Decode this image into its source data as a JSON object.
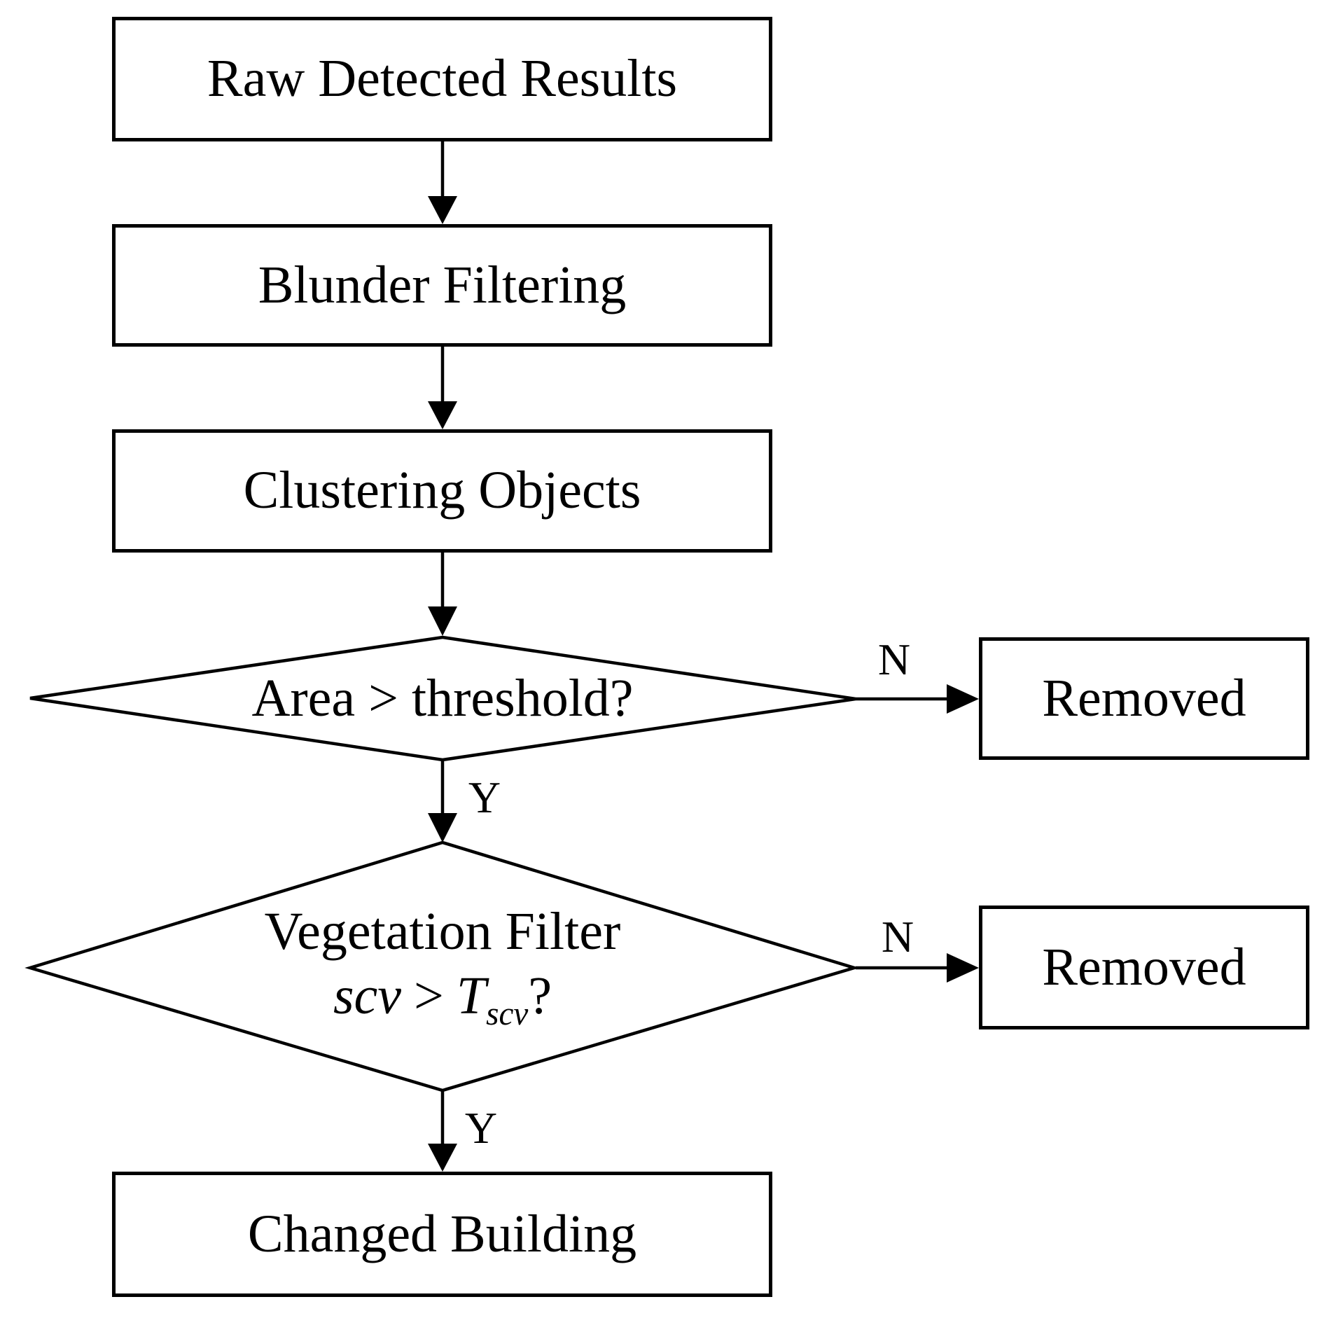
{
  "flowchart": {
    "title": "building change detection post-processing flowchart",
    "colors": {
      "stroke": "#000000",
      "node_fill": "#ffffff",
      "background": "#ffffff",
      "text": "#000000"
    },
    "nodes": {
      "raw_detected_results": {
        "label": "Raw Detected Results",
        "type": "process"
      },
      "blunder_filtering": {
        "label": "Blunder Filtering",
        "type": "process"
      },
      "clustering_objects": {
        "label": "Clustering Objects",
        "type": "process"
      },
      "area_decision": {
        "label": "Area > threshold?",
        "type": "decision"
      },
      "vegetation_decision": {
        "type": "decision",
        "line1": "Vegetation Filter",
        "expr": {
          "var": "scv",
          "operator": ">",
          "threshold_base": "T",
          "threshold_subscript": "scv",
          "suffix": "?"
        }
      },
      "removed_area": {
        "label": "Removed",
        "type": "process"
      },
      "removed_vegetation": {
        "label": "Removed",
        "type": "process"
      },
      "changed_building": {
        "label": "Changed Building",
        "type": "process"
      }
    },
    "edges": [
      {
        "from": "raw_detected_results",
        "to": "blunder_filtering",
        "label": ""
      },
      {
        "from": "blunder_filtering",
        "to": "clustering_objects",
        "label": ""
      },
      {
        "from": "clustering_objects",
        "to": "area_decision",
        "label": ""
      },
      {
        "from": "area_decision",
        "to": "removed_area",
        "label": "N"
      },
      {
        "from": "area_decision",
        "to": "vegetation_decision",
        "label": "Y"
      },
      {
        "from": "vegetation_decision",
        "to": "removed_vegetation",
        "label": "N"
      },
      {
        "from": "vegetation_decision",
        "to": "changed_building",
        "label": "Y"
      }
    ]
  }
}
